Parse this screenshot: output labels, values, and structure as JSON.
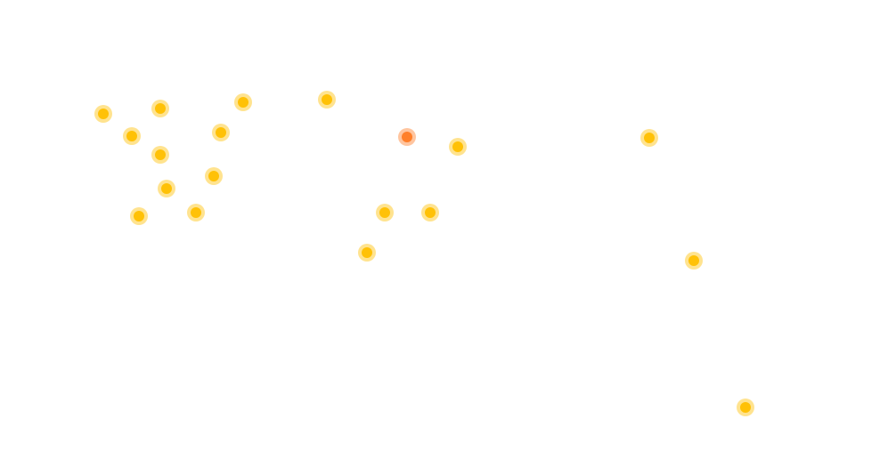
{
  "map": {
    "marker_colors": {
      "default": {
        "fill": "#ffc107",
        "halo": "#ffc107"
      },
      "highlighted": {
        "fill": "#ff7f2a",
        "halo": "#ff7f2a"
      }
    },
    "markers": [
      {
        "id": "marker-1",
        "status": "default"
      },
      {
        "id": "marker-2",
        "status": "default"
      },
      {
        "id": "marker-3",
        "status": "default"
      },
      {
        "id": "marker-4",
        "status": "default"
      },
      {
        "id": "marker-5",
        "status": "default"
      },
      {
        "id": "marker-6",
        "status": "default"
      },
      {
        "id": "marker-7",
        "status": "default"
      },
      {
        "id": "marker-8",
        "status": "default"
      },
      {
        "id": "marker-9",
        "status": "default"
      },
      {
        "id": "marker-10",
        "status": "default"
      },
      {
        "id": "marker-11",
        "status": "default"
      },
      {
        "id": "marker-12",
        "status": "highlighted"
      },
      {
        "id": "marker-13",
        "status": "default"
      },
      {
        "id": "marker-14",
        "status": "default"
      },
      {
        "id": "marker-15",
        "status": "default"
      },
      {
        "id": "marker-16",
        "status": "default"
      },
      {
        "id": "marker-17",
        "status": "default"
      },
      {
        "id": "marker-18",
        "status": "default"
      },
      {
        "id": "marker-19",
        "status": "default"
      }
    ]
  }
}
